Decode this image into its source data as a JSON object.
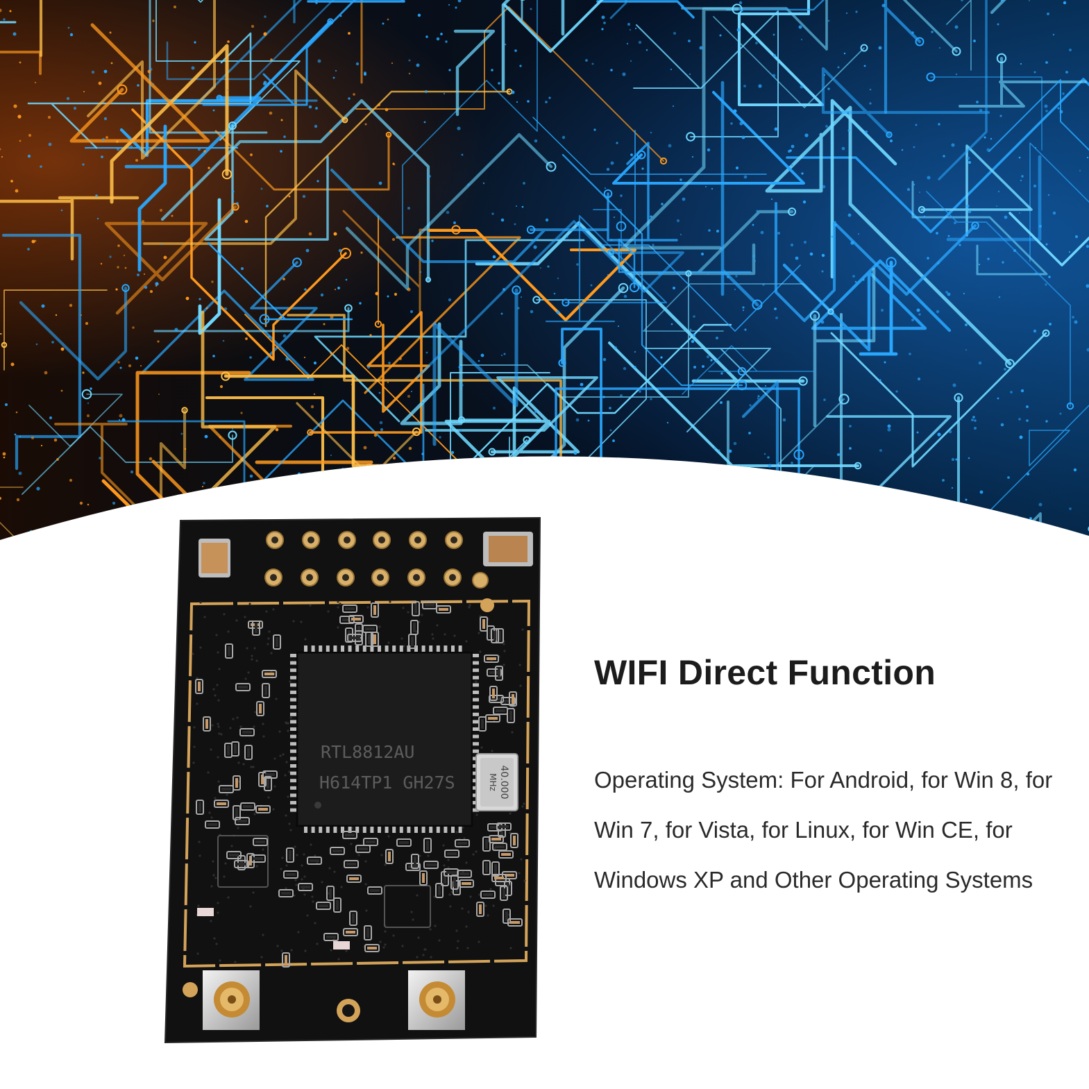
{
  "product": {
    "heading": "WIFI Direct Function",
    "description": "Operating System: For Android, for Win 8, for Win 7, for Vista, for Linux, for Win CE, for Windows XP and Other Operating Systems"
  },
  "chip": {
    "line1": "RTL8812AU",
    "line2": "H614TP1 GH27S"
  },
  "crystal": {
    "freq": "40.000",
    "unit": "MHz"
  },
  "colors": {
    "banner_bg": "#040a14",
    "trace_cyan": "#29a8ff",
    "trace_orange": "#ff9a1e",
    "board": "#111111",
    "gold": "#d4a35a"
  }
}
